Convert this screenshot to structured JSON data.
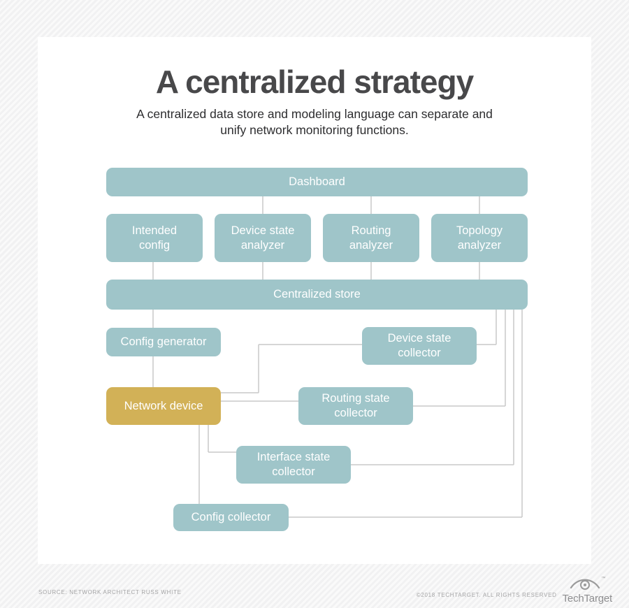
{
  "header": {
    "title": "A centralized strategy",
    "subtitle": "A centralized data store and modeling language can separate and unify network monitoring functions."
  },
  "diagram": {
    "nodes": [
      {
        "id": "dashboard",
        "label": "Dashboard",
        "color": "teal"
      },
      {
        "id": "intended-config",
        "label": "Intended config",
        "color": "teal"
      },
      {
        "id": "device-state-analyzer",
        "label": "Device state analyzer",
        "color": "teal"
      },
      {
        "id": "routing-analyzer",
        "label": "Routing analyzer",
        "color": "teal"
      },
      {
        "id": "topology-analyzer",
        "label": "Topology analyzer",
        "color": "teal"
      },
      {
        "id": "centralized-store",
        "label": "Centralized store",
        "color": "teal"
      },
      {
        "id": "config-generator",
        "label": "Config generator",
        "color": "teal"
      },
      {
        "id": "device-state-collector",
        "label": "Device state collector",
        "color": "teal"
      },
      {
        "id": "network-device",
        "label": "Network device",
        "color": "gold"
      },
      {
        "id": "routing-state-collector",
        "label": "Routing state collector",
        "color": "teal"
      },
      {
        "id": "interface-state-collector",
        "label": "Interface state collector",
        "color": "teal"
      },
      {
        "id": "config-collector",
        "label": "Config collector",
        "color": "teal"
      }
    ]
  },
  "footer": {
    "source": "SOURCE: NETWORK ARCHITECT RUSS WHITE",
    "copyright": "©2018 TECHTARGET. ALL RIGHTS RESERVED",
    "brand": "TechTarget",
    "trademark": "™"
  },
  "colors": {
    "node-teal": "#9fc5c9",
    "node-gold": "#d2b157",
    "connector-gray": "#c9c9c9",
    "brand-gray": "#8e8e90"
  }
}
